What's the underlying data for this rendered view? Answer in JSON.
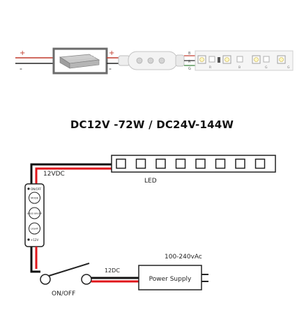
{
  "top_strip": {
    "plus_mark": "+",
    "minus_mark": "-",
    "psu_plus": "+",
    "psu_minus": "-",
    "wire_labels": [
      "B",
      "R",
      "G"
    ],
    "led_codes": [
      "R",
      "B",
      "G",
      "G"
    ]
  },
  "spec_title": "DC12V -72W / DC24V-144W",
  "diagram": {
    "led_label": "LED",
    "led_segment_count": 8,
    "voltage_12vdc": "12VDC",
    "controller": {
      "top_label": "ON/OFF",
      "buttons": [
        "MODE",
        "SPEED BRIGHT",
        "LIGHT"
      ],
      "bottom_label": "+12V"
    },
    "switch_label": "ON/OFF",
    "dc_label": "12DC",
    "ac_label": "100-240vAc",
    "power_supply_label": "Power Supply"
  },
  "colors": {
    "wire_red": "#e0161b",
    "wire_black": "#111111",
    "frame": "#555555"
  }
}
